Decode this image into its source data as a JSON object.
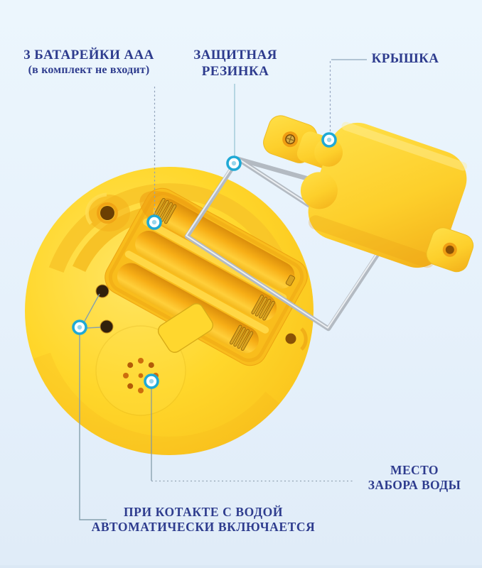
{
  "scene": {
    "type": "product-annotation-diagram",
    "subject": "bottom view of yellow bath toy with battery compartment, cover lid and wire bracket",
    "callouts": {
      "batteries": {
        "line1": "3 БАТАРЕЙКИ ААА",
        "line2": "(в комплект не входит)"
      },
      "protective_band": {
        "line1": "ЗАЩИТНАЯ",
        "line2": "РЕЗИНКА"
      },
      "cover": {
        "label": "КРЫШКА"
      },
      "water_intake": {
        "line1": "МЕСТО",
        "line2": "ЗАБОРА ВОДЫ"
      },
      "auto_on": {
        "line1": "ПРИ КОТАКТЕ С ВОДОЙ",
        "line2": "АВТОМАТИЧЕСКИ ВКЛЮЧАЕТСЯ"
      }
    },
    "colors": {
      "background": "#e8f3fc",
      "label_text": "#2e3c8e",
      "marker_teal": "#1fa9d5",
      "body_yellow": "#ffd72b",
      "shading_orange": "#f2a71b",
      "wire_grey": "#b3bac2",
      "spring_gold": "#d9a21f",
      "contact_dark": "#31200c",
      "speaker_dot_orange": "#cd6e0d"
    },
    "marker_count": 5
  }
}
